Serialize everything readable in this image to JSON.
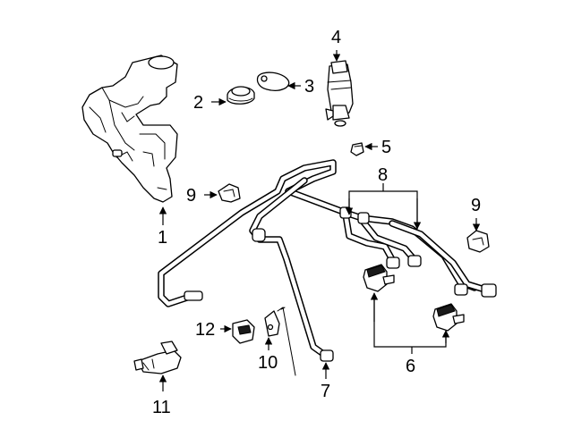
{
  "diagram": {
    "callouts": {
      "c1": "1",
      "c2": "2",
      "c3": "3",
      "c4": "4",
      "c5": "5",
      "c6": "6",
      "c7": "7",
      "c8": "8",
      "c9a": "9",
      "c9b": "9",
      "c10": "10",
      "c11": "11",
      "c12": "12"
    }
  }
}
